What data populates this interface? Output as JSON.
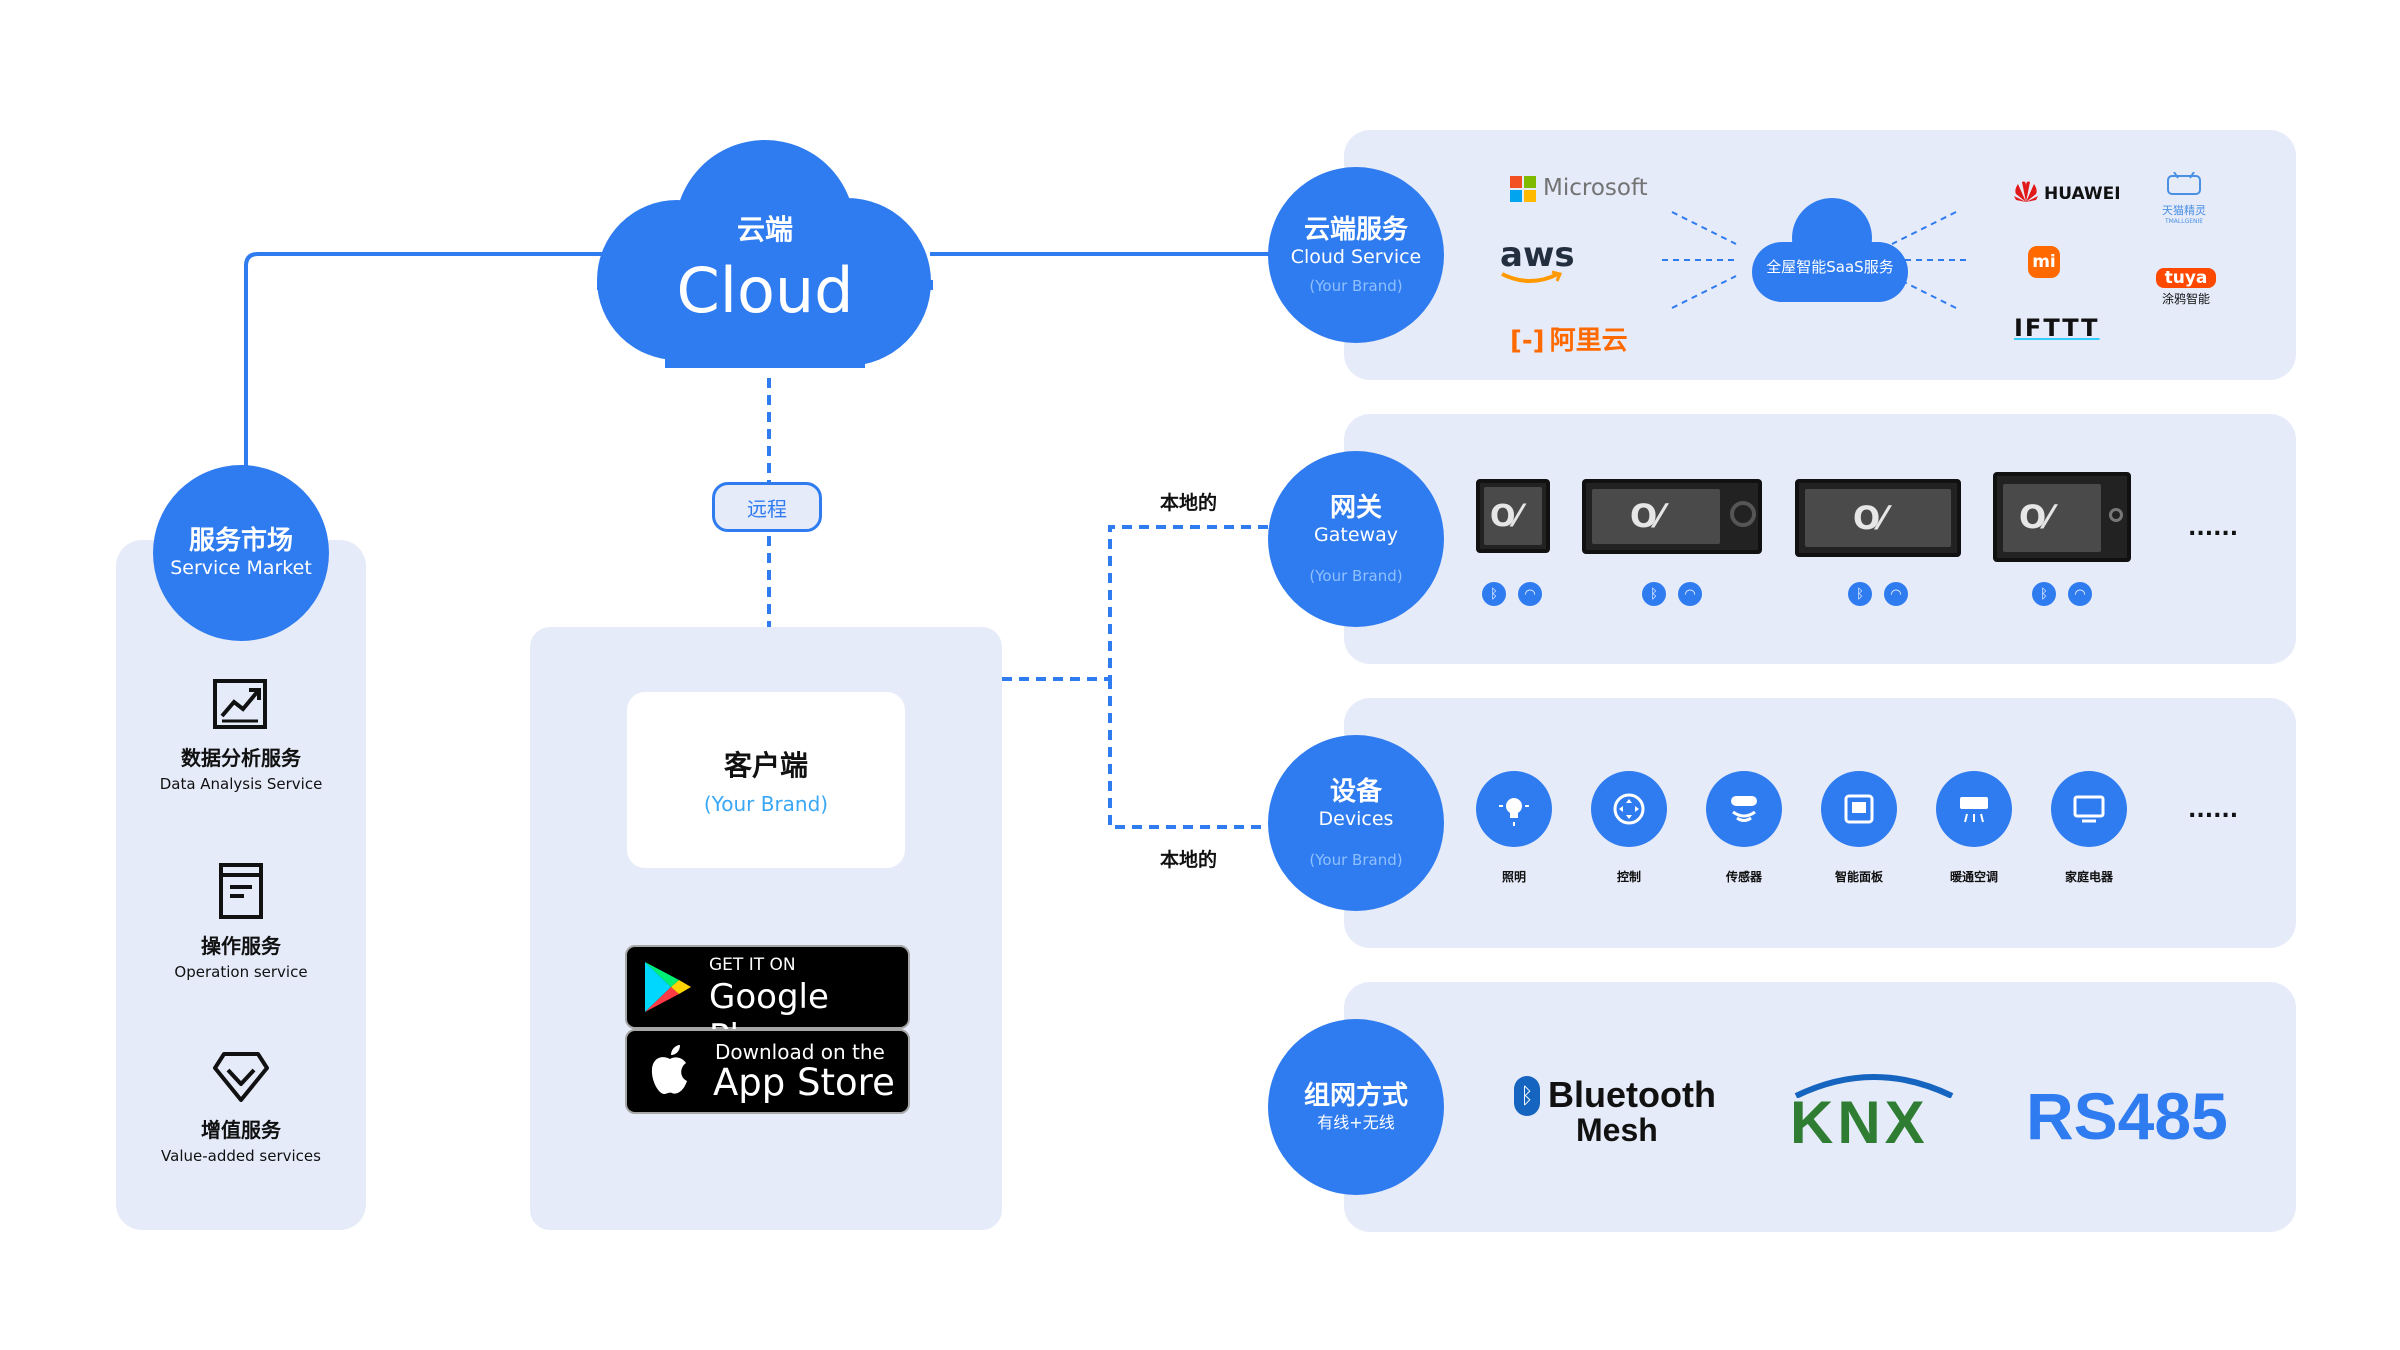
{
  "cloud": {
    "cn": "云端",
    "en": "Cloud"
  },
  "remote": {
    "label": "远程"
  },
  "client": {
    "cn": "客户端",
    "brand": "(Your Brand)"
  },
  "stores": {
    "google": {
      "small": "GET IT ON",
      "big": "Google Play"
    },
    "apple": {
      "small": "Download on the",
      "big": "App Store"
    }
  },
  "local_label_top": "本地的",
  "local_label_bottom": "本地的",
  "market": {
    "cn": "服务市场",
    "en": "Service Market",
    "items": [
      {
        "icon": "chart-icon",
        "cn": "数据分析服务",
        "en": "Data Analysis Service"
      },
      {
        "icon": "document-icon",
        "cn": "操作服务",
        "en": "Operation service"
      },
      {
        "icon": "diamond-icon",
        "cn": "增值服务",
        "en": "Value-added services"
      }
    ]
  },
  "cloud_service": {
    "cn": "云端服务",
    "en": "Cloud Service",
    "brand": "(Your Brand)",
    "saas": "全屋智能SaaS服务",
    "logos_left": {
      "microsoft": "Microsoft",
      "aws": "aws",
      "aliyun": "阿里云"
    },
    "logos_right": {
      "huawei": "HUAWEI",
      "tmall": "天猫精灵",
      "tmall_sub": "TMALLGENIE",
      "mi": "mi",
      "tuya": "tuya",
      "tuya_sub": "涂鸦智能",
      "ifttt": "IFTTT"
    }
  },
  "gateway": {
    "cn": "网关",
    "en": "Gateway",
    "brand": "(Your Brand)",
    "symbol": "O⁄",
    "more": "......"
  },
  "devices": {
    "cn": "设备",
    "en": "Devices",
    "brand": "(Your Brand)",
    "more": "......",
    "items": [
      {
        "icon": "bulb-icon",
        "label": "照明"
      },
      {
        "icon": "control-icon",
        "label": "控制"
      },
      {
        "icon": "sensor-icon",
        "label": "传感器"
      },
      {
        "icon": "panel-icon",
        "label": "智能面板"
      },
      {
        "icon": "aircon-icon",
        "label": "暖通空调"
      },
      {
        "icon": "tv-icon",
        "label": "家庭电器"
      }
    ]
  },
  "network": {
    "cn": "组网方式",
    "sub": "有线+无线",
    "bt_top": "Bluetooth",
    "bt_bottom": "Mesh",
    "knx": "KNX",
    "rs485": "RS485"
  },
  "colors": {
    "blue": "#2f7bf0",
    "panel": "#e6ebfa",
    "brand_text": "#3aa7f5"
  }
}
